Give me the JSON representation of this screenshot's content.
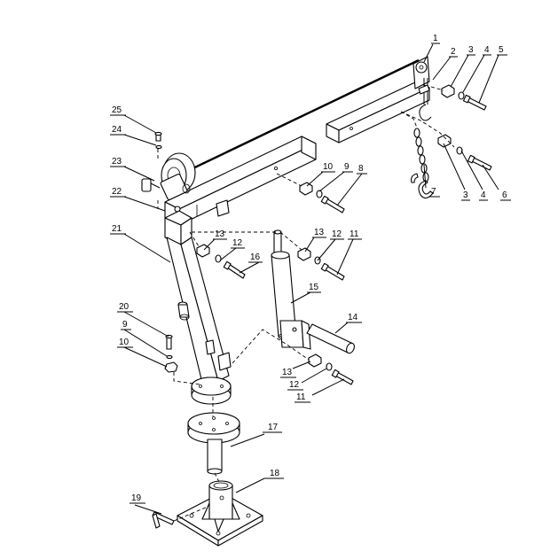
{
  "diagram": {
    "callouts": [
      {
        "id": "c1",
        "label": "1"
      },
      {
        "id": "c2",
        "label": "2"
      },
      {
        "id": "c3a",
        "label": "3"
      },
      {
        "id": "c4a",
        "label": "4"
      },
      {
        "id": "c5",
        "label": "5"
      },
      {
        "id": "c25",
        "label": "25"
      },
      {
        "id": "c24",
        "label": "24"
      },
      {
        "id": "c23",
        "label": "23"
      },
      {
        "id": "c22",
        "label": "22"
      },
      {
        "id": "c21",
        "label": "21"
      },
      {
        "id": "c10a",
        "label": "10"
      },
      {
        "id": "c9a",
        "label": "9"
      },
      {
        "id": "c8",
        "label": "8"
      },
      {
        "id": "c7",
        "label": "7"
      },
      {
        "id": "c3b",
        "label": "3"
      },
      {
        "id": "c4b",
        "label": "4"
      },
      {
        "id": "c6",
        "label": "6"
      },
      {
        "id": "c13a",
        "label": "13"
      },
      {
        "id": "c12a",
        "label": "12"
      },
      {
        "id": "c16",
        "label": "16"
      },
      {
        "id": "c13b",
        "label": "13"
      },
      {
        "id": "c12b",
        "label": "12"
      },
      {
        "id": "c11a",
        "label": "11"
      },
      {
        "id": "c15",
        "label": "15"
      },
      {
        "id": "c20",
        "label": "20"
      },
      {
        "id": "c9b",
        "label": "9"
      },
      {
        "id": "c10b",
        "label": "10"
      },
      {
        "id": "c14",
        "label": "14"
      },
      {
        "id": "c13c",
        "label": "13"
      },
      {
        "id": "c12c",
        "label": "12"
      },
      {
        "id": "c11b",
        "label": "11"
      },
      {
        "id": "c17",
        "label": "17"
      },
      {
        "id": "c18",
        "label": "18"
      },
      {
        "id": "c19",
        "label": "19"
      }
    ]
  }
}
